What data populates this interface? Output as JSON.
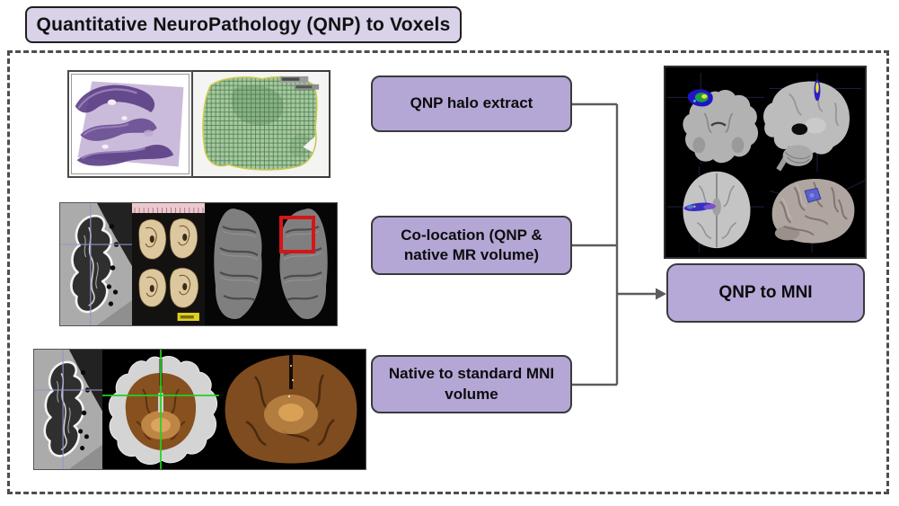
{
  "title": "Quantitative NeuroPathology (QNP) to Voxels",
  "flow": {
    "steps": [
      {
        "label": "QNP halo extract"
      },
      {
        "label": "Co-location (QNP & native MR volume)"
      },
      {
        "label": "Native to standard MNI volume"
      }
    ],
    "output_label": "QNP to MNI"
  },
  "colors": {
    "canvas_bg": "#ffffff",
    "title_box_bg": "#d9d2e9",
    "step_box_bg": "#b4a7d6",
    "output_box_bg": "#b6a9d8",
    "box_border": "#3a3a3a",
    "connector": "#5c5c5c",
    "dashed_border": "#4d4d4d",
    "roi_red": "#d31616",
    "crosshair_green": "#1ed31e"
  }
}
